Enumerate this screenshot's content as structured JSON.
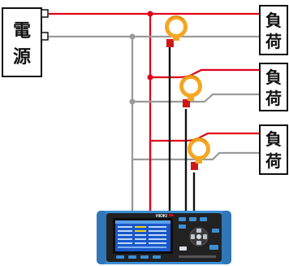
{
  "source": {
    "label_line1": "電",
    "label_line2": "源"
  },
  "loads": [
    {
      "label_line1": "負",
      "label_line2": "荷"
    },
    {
      "label_line1": "負",
      "label_line2": "荷"
    },
    {
      "label_line1": "負",
      "label_line2": "荷"
    }
  ],
  "instrument": {
    "brand": "HIOKI"
  },
  "colors": {
    "live_wire": "#e0001a",
    "neutral_wire": "#9a9a9a",
    "sensor_cable": "#111111",
    "clamp": "#f5a623",
    "clamp_core": "#d01818",
    "device_body": "#3a8fd6",
    "device_panel": "#222222",
    "screen": "#1a58c8"
  }
}
